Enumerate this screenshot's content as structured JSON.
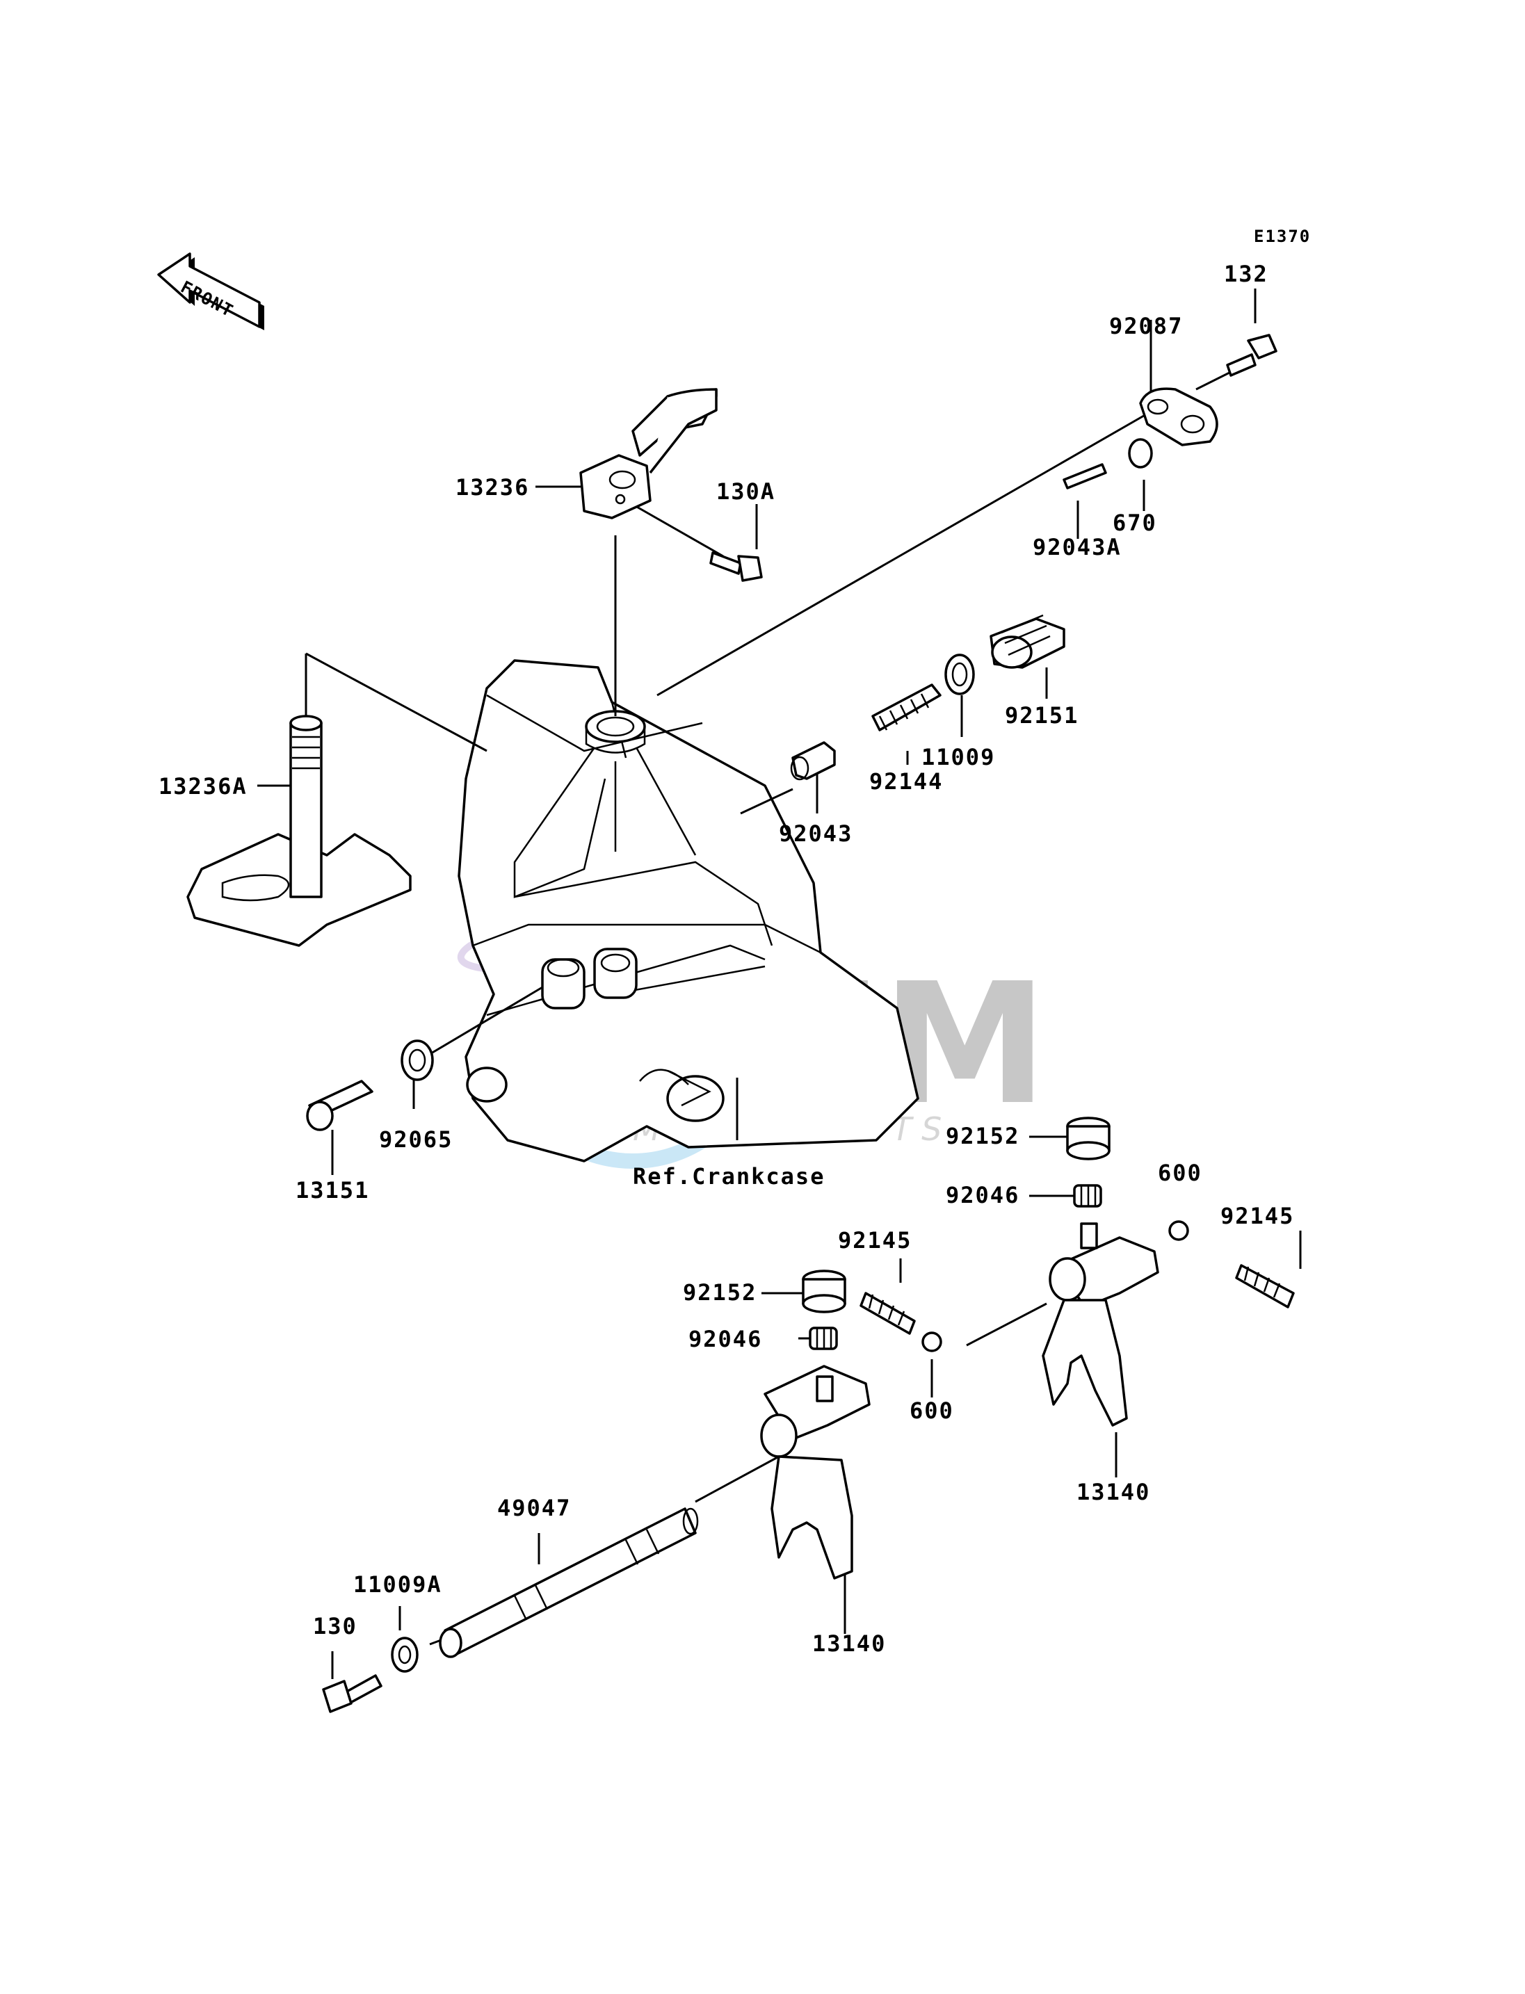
{
  "diagram_code": "E1370",
  "front_label": "FRONT",
  "reference_label": "Ref.Crankcase",
  "watermark": {
    "brand": "OEM",
    "sub": "MOTORPARTS"
  },
  "parts": {
    "p132": "132",
    "p92087": "92087",
    "p13236": "13236",
    "p130A": "130A",
    "p92043A": "92043A",
    "p670": "670",
    "p92151": "92151",
    "p11009": "11009",
    "p92144": "92144",
    "p92043": "92043",
    "p13236A": "13236A",
    "p13151": "13151",
    "p92065": "92065",
    "p92152a": "92152",
    "p92046a": "92046",
    "p600a": "600",
    "p92145a": "92145",
    "p92145b": "92145",
    "p92152b": "92152",
    "p92046b": "92046",
    "p600b": "600",
    "p13140a": "13140",
    "p13140b": "13140",
    "p49047": "49047",
    "p11009A": "11009A",
    "p130": "130"
  }
}
